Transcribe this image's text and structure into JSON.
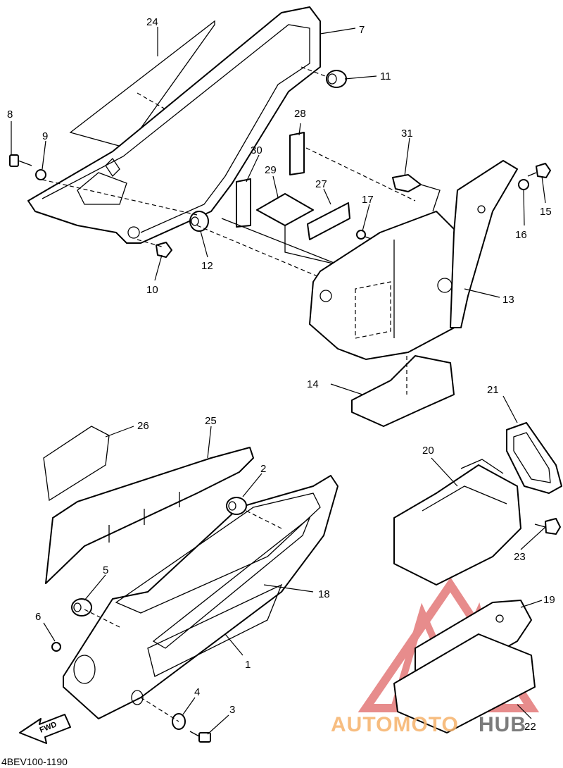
{
  "diagram_code": "4BEV100-1190",
  "fwd_label": "FWD",
  "callouts": {
    "p1": "1",
    "p2": "2",
    "p3": "3",
    "p4": "4",
    "p5": "5",
    "p6": "6",
    "p7": "7",
    "p8": "8",
    "p9": "9",
    "p10": "10",
    "p11": "11",
    "p12": "12",
    "p13": "13",
    "p14": "14",
    "p15": "15",
    "p16": "16",
    "p17": "17",
    "p18": "18",
    "p19": "19",
    "p20": "20",
    "p21": "21",
    "p22": "22",
    "p23": "23",
    "p24": "24",
    "p25": "25",
    "p26": "26",
    "p27": "27",
    "p28": "28",
    "p29": "29",
    "p30": "30",
    "p31": "31"
  },
  "watermark": {
    "text_left": "AUTOMOTO",
    "text_right": "HUB",
    "color_left": "#f6b26b",
    "color_right": "#666666",
    "logo_color": "#e06666"
  }
}
